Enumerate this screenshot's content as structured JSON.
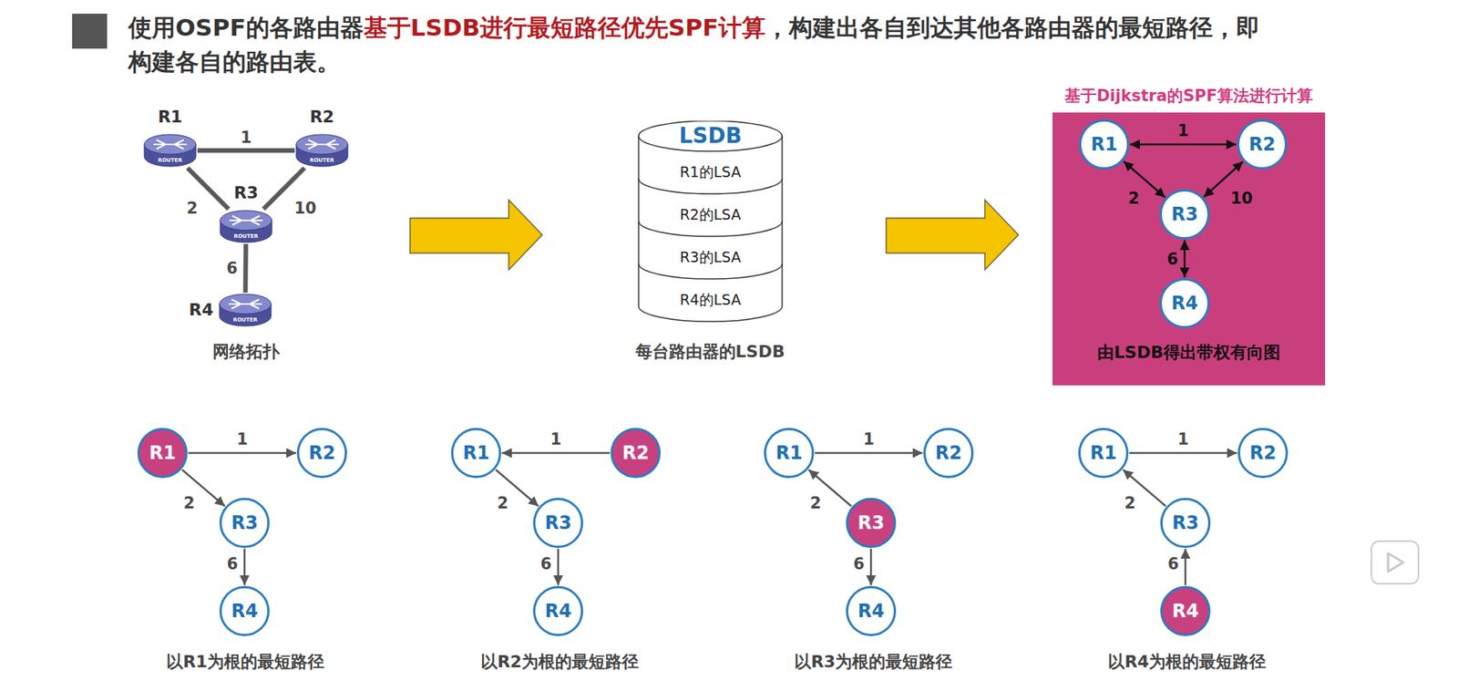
{
  "diagram": {
    "title": "使用OSPF的各路由器基于LSDB进行最短路径优先SPF计算，构建出各自到达其他各路由器的最短路径，即构建各自的路由表。",
    "nodes": [
      {
        "text": [
          "R1",
          "ROUTER"
        ]
      },
      {
        "text": [
          "R2",
          "ROUTER"
        ]
      },
      {
        "text": [
          "R3",
          "ROUTER"
        ]
      },
      {
        "text": [
          "R4",
          "ROUTER"
        ]
      },
      {
        "text": [
          "LSDB"
        ]
      },
      {
        "text": [
          "R1的LSA"
        ],
        "in": 4
      },
      {
        "text": [
          "R2的LSA"
        ],
        "in": 4
      },
      {
        "text": [
          "R3的LSA"
        ],
        "in": 4
      },
      {
        "text": [
          "R4的LSA"
        ],
        "in": 4
      },
      {
        "text": [
          "基于Dijkstra的SPF算法进行计算",
          "由LSDB得出带权有向图"
        ]
      },
      {
        "text": [
          "R1"
        ],
        "in": 9
      },
      {
        "text": [
          "R2"
        ],
        "in": 9
      },
      {
        "text": [
          "R3"
        ],
        "in": 9
      },
      {
        "text": [
          "R4"
        ],
        "in": 9
      },
      {
        "text": [
          "R1"
        ]
      },
      {
        "text": [
          "R2"
        ]
      },
      {
        "text": [
          "R3"
        ]
      },
      {
        "text": [
          "R4"
        ]
      },
      {
        "text": [
          "R1"
        ]
      },
      {
        "text": [
          "R2"
        ]
      },
      {
        "text": [
          "R3"
        ]
      },
      {
        "text": [
          "R4"
        ]
      },
      {
        "text": [
          "R1"
        ]
      },
      {
        "text": [
          "R2"
        ]
      },
      {
        "text": [
          "R3"
        ]
      },
      {
        "text": [
          "R4"
        ]
      },
      {
        "text": [
          "R1"
        ]
      },
      {
        "text": [
          "R2"
        ]
      },
      {
        "text": [
          "R3"
        ]
      },
      {
        "text": [
          "R4"
        ]
      }
    ],
    "edges": [
      {
        "from": 0,
        "to": 1,
        "label": "1",
        "arrow": "none"
      },
      {
        "from": 0,
        "to": 2,
        "label": "2",
        "arrow": "none"
      },
      {
        "from": 1,
        "to": 2,
        "label": "10",
        "arrow": "none"
      },
      {
        "from": 2,
        "to": 3,
        "label": "6",
        "arrow": "none"
      },
      {
        "from": 10,
        "to": 11,
        "label": "1",
        "arrow": "both"
      },
      {
        "from": 10,
        "to": 12,
        "label": "2",
        "arrow": "both"
      },
      {
        "from": 11,
        "to": 12,
        "label": "10",
        "arrow": "both"
      },
      {
        "from": 12,
        "to": 13,
        "label": "6",
        "arrow": "both"
      },
      {
        "from": 14,
        "to": 15,
        "label": "1",
        "arrow": "to"
      },
      {
        "from": 14,
        "to": 16,
        "label": "2",
        "arrow": "to"
      },
      {
        "from": 16,
        "to": 17,
        "label": "6",
        "arrow": "to"
      },
      {
        "from": 19,
        "to": 18,
        "label": "1",
        "arrow": "to"
      },
      {
        "from": 18,
        "to": 20,
        "label": "2",
        "arrow": "to"
      },
      {
        "from": 20,
        "to": 21,
        "label": "6",
        "arrow": "to"
      },
      {
        "from": 22,
        "to": 23,
        "label": "1",
        "arrow": "to"
      },
      {
        "from": 24,
        "to": 22,
        "label": "2",
        "arrow": "to"
      },
      {
        "from": 24,
        "to": 25,
        "label": "6",
        "arrow": "to"
      },
      {
        "from": 26,
        "to": 27,
        "label": "1",
        "arrow": "to"
      },
      {
        "from": 28,
        "to": 26,
        "label": "2",
        "arrow": "to"
      },
      {
        "from": 29,
        "to": 28,
        "label": "6",
        "arrow": "to"
      }
    ],
    "labels": [
      "网络拓扑",
      "每台路由器的LSDB",
      "以R1为根的最短路径",
      "以R2为根的最短路径",
      "以R3为根的最短路径",
      "以R4为根的最短路径"
    ]
  }
}
